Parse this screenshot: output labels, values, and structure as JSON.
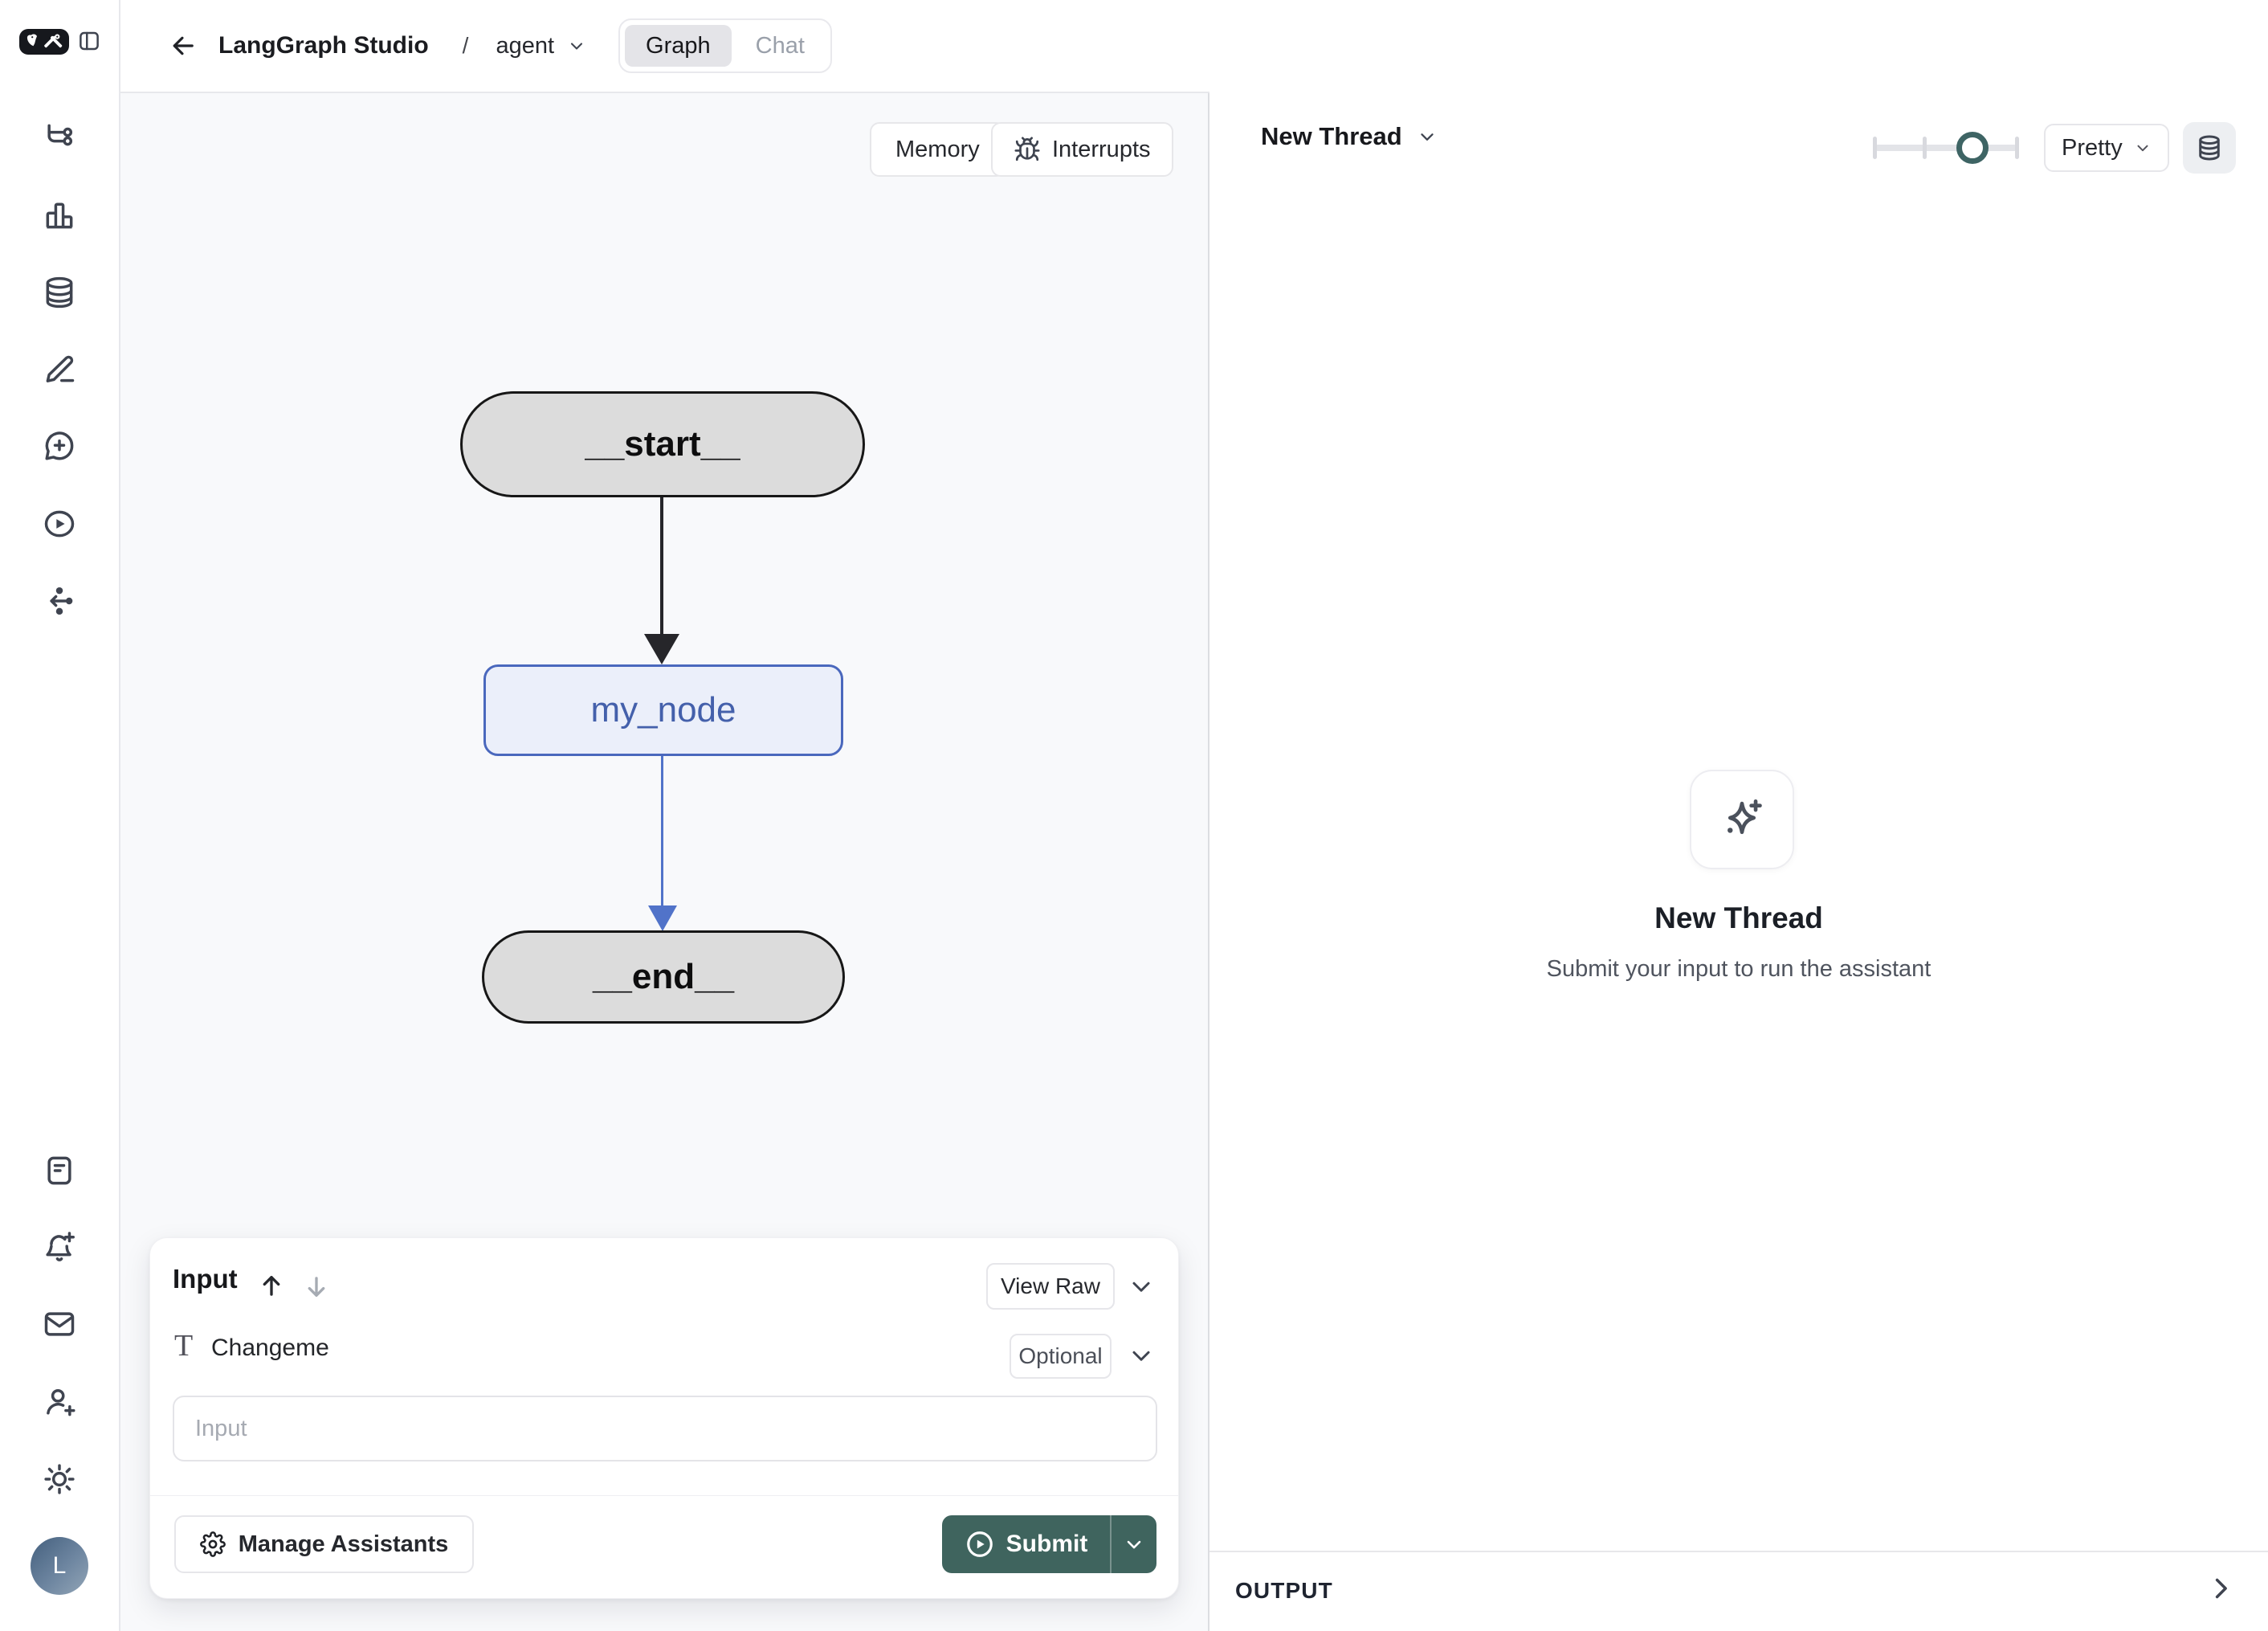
{
  "header": {
    "title": "LangGraph Studio",
    "separator": "/",
    "agent": "agent",
    "tabs": [
      {
        "label": "Graph",
        "active": true
      },
      {
        "label": "Chat",
        "active": false
      }
    ]
  },
  "sidebar": {
    "top_icons": [
      "workflow-icon",
      "bar-chart-icon",
      "database-icon",
      "pencil-icon",
      "chat-plus-icon",
      "play-circle-icon",
      "distribute-icon"
    ],
    "bottom_icons": [
      "notes-icon",
      "bell-plus-icon",
      "mail-icon",
      "user-plus-icon",
      "sun-icon"
    ],
    "avatar_initial": "L"
  },
  "canvas": {
    "memory": "Memory",
    "interrupts": "Interrupts",
    "graph": {
      "nodes": [
        {
          "id": "start",
          "label": "__start__",
          "type": "terminal"
        },
        {
          "id": "my_node",
          "label": "my_node",
          "type": "node"
        },
        {
          "id": "end",
          "label": "__end__",
          "type": "terminal"
        }
      ],
      "edges": [
        {
          "from": "__start__",
          "to": "my_node",
          "color": "#26262a"
        },
        {
          "from": "my_node",
          "to": "__end__",
          "color": "#5173c9"
        }
      ]
    }
  },
  "input_panel": {
    "title": "Input",
    "view_raw": "View Raw",
    "field": {
      "label": "Changeme",
      "badge": "Optional",
      "placeholder": "Input"
    },
    "manage_assistants": "Manage Assistants",
    "submit": "Submit"
  },
  "thread_panel": {
    "selector": "New Thread",
    "render_mode": "Pretty",
    "empty": {
      "title": "New Thread",
      "subtitle": "Submit your input to run the assistant"
    },
    "output": "OUTPUT"
  },
  "colors": {
    "accent_teal": "#3f645e",
    "slider_knob": "#3e6464",
    "terminal_node_fill": "#dcdcdc",
    "terminal_node_border": "#171717",
    "active_node_fill": "#ebeffa",
    "active_node_border": "#4a68bd",
    "active_node_text": "#4460ab",
    "edge_blue": "#5173c9",
    "canvas_bg": "#f8f9fb"
  }
}
